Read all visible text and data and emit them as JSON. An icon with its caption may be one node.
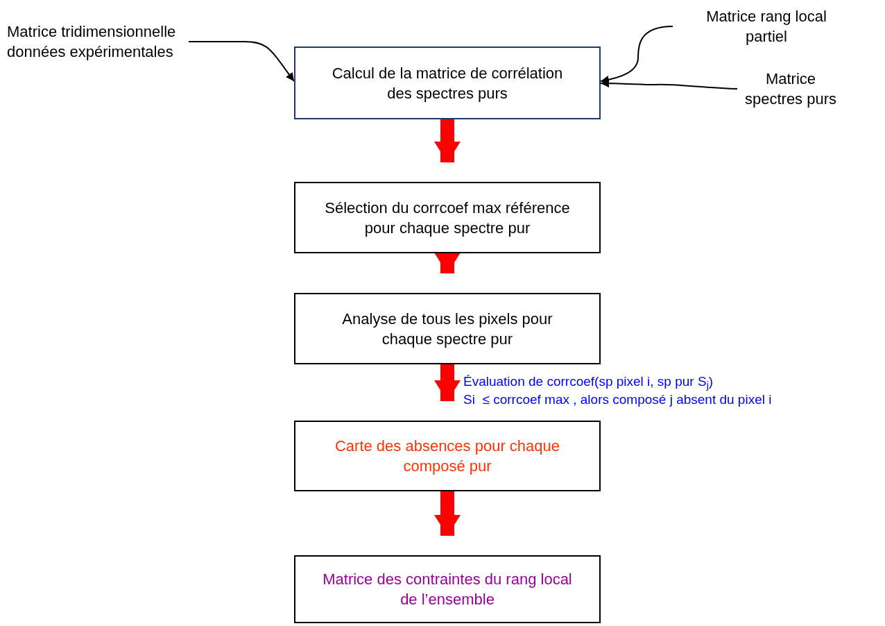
{
  "diagram": {
    "nodes": [
      {
        "text": [
          "Matrice tridimensionnelle données expérimentales"
        ]
      },
      {
        "text": [
          "Matrice rang local partiel"
        ]
      },
      {
        "text": [
          "Matrice spectres purs"
        ]
      },
      {
        "text": [
          "Calcul de la matrice de corrélation des spectres purs"
        ]
      },
      {
        "text": [
          "Sélection du corrcoef max référence pour chaque spectre pur"
        ]
      },
      {
        "text": [
          "Analyse de tous les pixels pour chaque spectre pur"
        ]
      },
      {
        "text": [
          "Carte des absences pour chaque composé pur"
        ]
      },
      {
        "text": [
          "Matrice des contraintes du rang local de l’ensemble"
        ]
      }
    ],
    "edges": [
      {
        "from": 0,
        "to": 3,
        "arrow": "to",
        "color": "#000000"
      },
      {
        "from": 1,
        "to": 3,
        "arrow": "to",
        "color": "#000000"
      },
      {
        "from": 2,
        "to": 3,
        "arrow": "to",
        "color": "#000000"
      },
      {
        "from": 3,
        "to": 4,
        "arrow": "to"
      },
      {
        "from": 4,
        "to": 5,
        "arrow": "to"
      },
      {
        "from": 5,
        "to": 6,
        "arrow": "to"
      },
      {
        "from": 6,
        "to": 7,
        "arrow": "to"
      }
    ],
    "labels": [
      "Évaluation de corrcoef(sp pixel i, sp pur S$_{j}$)",
      "Si  ≤ corrcoef max , alors composé j absent du pixel i"
    ]
  }
}
